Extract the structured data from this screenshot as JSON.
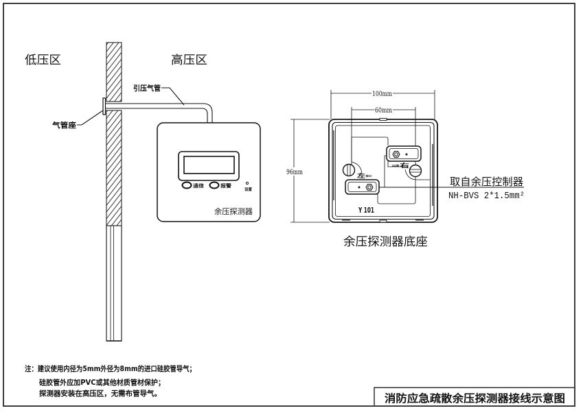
{
  "drawing": {
    "left_zone_label": "低压区",
    "right_zone_label": "高压区",
    "pressure_tube_label": "引压气管",
    "tube_seat_label": "气管座"
  },
  "detector": {
    "name": "余压探测器",
    "buttons": [
      {
        "label": "通信"
      },
      {
        "label": "报警"
      }
    ],
    "setting_label": "设置"
  },
  "base": {
    "caption": "余压探测器底座",
    "model": "Y 101",
    "dimensions": {
      "width": "100mm",
      "hole_spacing": "60mm",
      "height": "96mm"
    },
    "left_terminal": "左⇐",
    "right_terminal": "⇒右",
    "cable": {
      "source": "取自余压控制器",
      "spec": "NH-BVS 2*1.5mm²"
    }
  },
  "notes": [
    "注：建议使用内径为5mm外径为8mm的进口硅胶管导气；",
    "硅胶管外应加PVC或其他材质管材保护；",
    "探测器安装在高压区，无需布管导气。"
  ],
  "title_block": {
    "title": "消防应急疏散余压探测器接线示意图"
  },
  "colors": {
    "line": "#111111",
    "border": "#3c3c3c",
    "background": "#ffffff"
  }
}
